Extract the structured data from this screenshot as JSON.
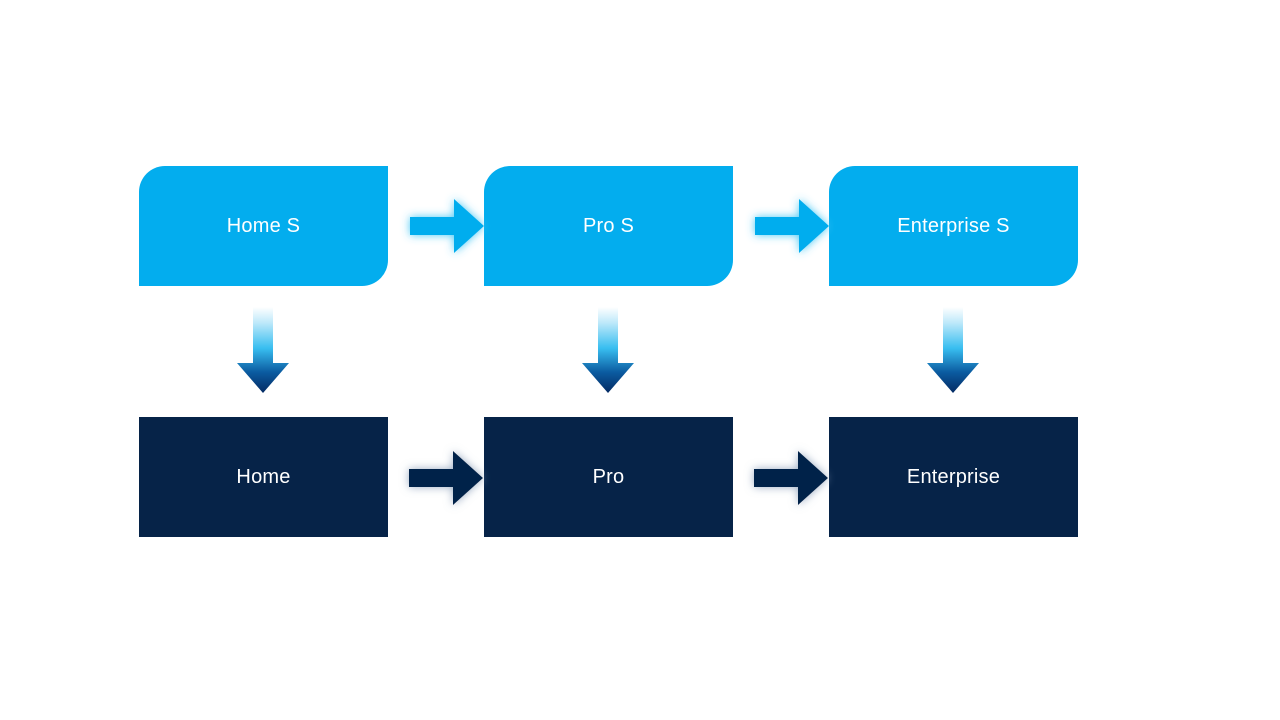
{
  "diagram": {
    "type": "process-flow",
    "title": "",
    "colors": {
      "service_tier": "#03ADEE",
      "product_tier": "#062348",
      "label_text": "#FFFFFF",
      "background": "#FFFFFF",
      "down_arrow_gradient_start": "#FFFFFF",
      "down_arrow_gradient_mid": "#38BEF0",
      "down_arrow_gradient_end": "#042A63"
    },
    "rows": [
      {
        "id": "service-row",
        "tier": "service",
        "nodes": [
          {
            "id": "node-home-s",
            "label": "Home S"
          },
          {
            "id": "node-pro-s",
            "label": "Pro S"
          },
          {
            "id": "node-enterprise-s",
            "label": "Enterprise S"
          }
        ],
        "connectors": [
          {
            "id": "service-connector-1",
            "direction": "right",
            "from": "Home S",
            "to": "Pro S"
          },
          {
            "id": "service-connector-2",
            "direction": "right",
            "from": "Pro S",
            "to": "Enterprise S"
          }
        ]
      },
      {
        "id": "product-row",
        "tier": "product",
        "nodes": [
          {
            "id": "node-home",
            "label": "Home"
          },
          {
            "id": "node-pro",
            "label": "Pro"
          },
          {
            "id": "node-enterprise",
            "label": "Enterprise"
          }
        ],
        "connectors": [
          {
            "id": "product-connector-1",
            "direction": "right",
            "from": "Home",
            "to": "Pro"
          },
          {
            "id": "product-connector-2",
            "direction": "right",
            "from": "Pro",
            "to": "Enterprise"
          }
        ]
      }
    ],
    "vertical_connectors": [
      {
        "id": "vertical-connector-1",
        "direction": "down",
        "from": "Home S",
        "to": "Home"
      },
      {
        "id": "vertical-connector-2",
        "direction": "down",
        "from": "Pro S",
        "to": "Pro"
      },
      {
        "id": "vertical-connector-3",
        "direction": "down",
        "from": "Enterprise S",
        "to": "Enterprise"
      }
    ]
  }
}
